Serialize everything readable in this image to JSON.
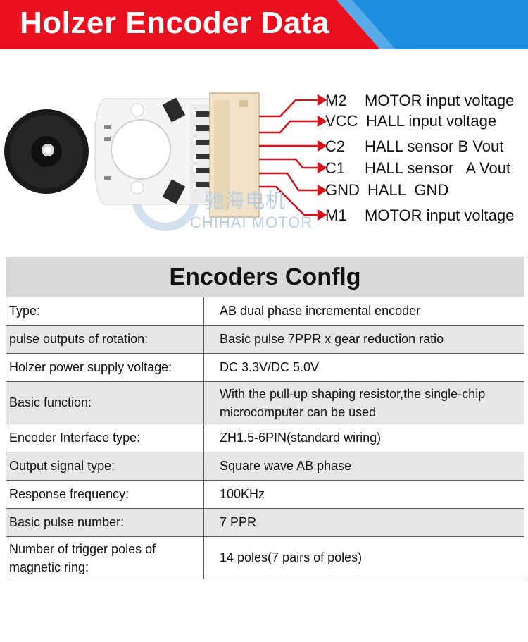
{
  "banner": {
    "title": "Holzer Encoder Data",
    "colors": {
      "red": "#e8101e",
      "blue": "#1e8fe0"
    }
  },
  "watermark": {
    "brand_cn": "驰海电机",
    "brand_en": "CHIHAI MOTOR"
  },
  "pins": [
    {
      "name": "M2",
      "desc": "MOTOR input voltage"
    },
    {
      "name": "VCC",
      "desc": "HALL input voltage"
    },
    {
      "name": "C2",
      "desc": "HALL sensor B Vout"
    },
    {
      "name": "C1",
      "desc": "HALL sensor   A Vout"
    },
    {
      "name": "GND",
      "desc": "HALL  GND"
    },
    {
      "name": "M1",
      "desc": "MOTOR input voltage"
    }
  ],
  "table": {
    "title": "Encoders Conflg",
    "rows": [
      {
        "key": "Type:",
        "value": "AB dual phase incremental encoder"
      },
      {
        "key": "pulse outputs of rotation:",
        "value": "Basic pulse 7PPR x gear reduction ratio"
      },
      {
        "key": "Holzer power supply voltage:",
        "value": "DC 3.3V/DC 5.0V"
      },
      {
        "key": "Basic function:",
        "value": "With the pull-up shaping resistor,the single-chip microcomputer can be used"
      },
      {
        "key": "Encoder Interface type:",
        "value": "ZH1.5-6PIN(standard wiring)"
      },
      {
        "key": "Output signal type:",
        "value": "Square wave AB phase"
      },
      {
        "key": "Response frequency:",
        "value": "100KHz"
      },
      {
        "key": "Basic pulse number:",
        "value": "7 PPR"
      },
      {
        "key": "Number of trigger poles of magnetic ring:",
        "value": "14 poles(7 pairs of poles)"
      }
    ]
  }
}
